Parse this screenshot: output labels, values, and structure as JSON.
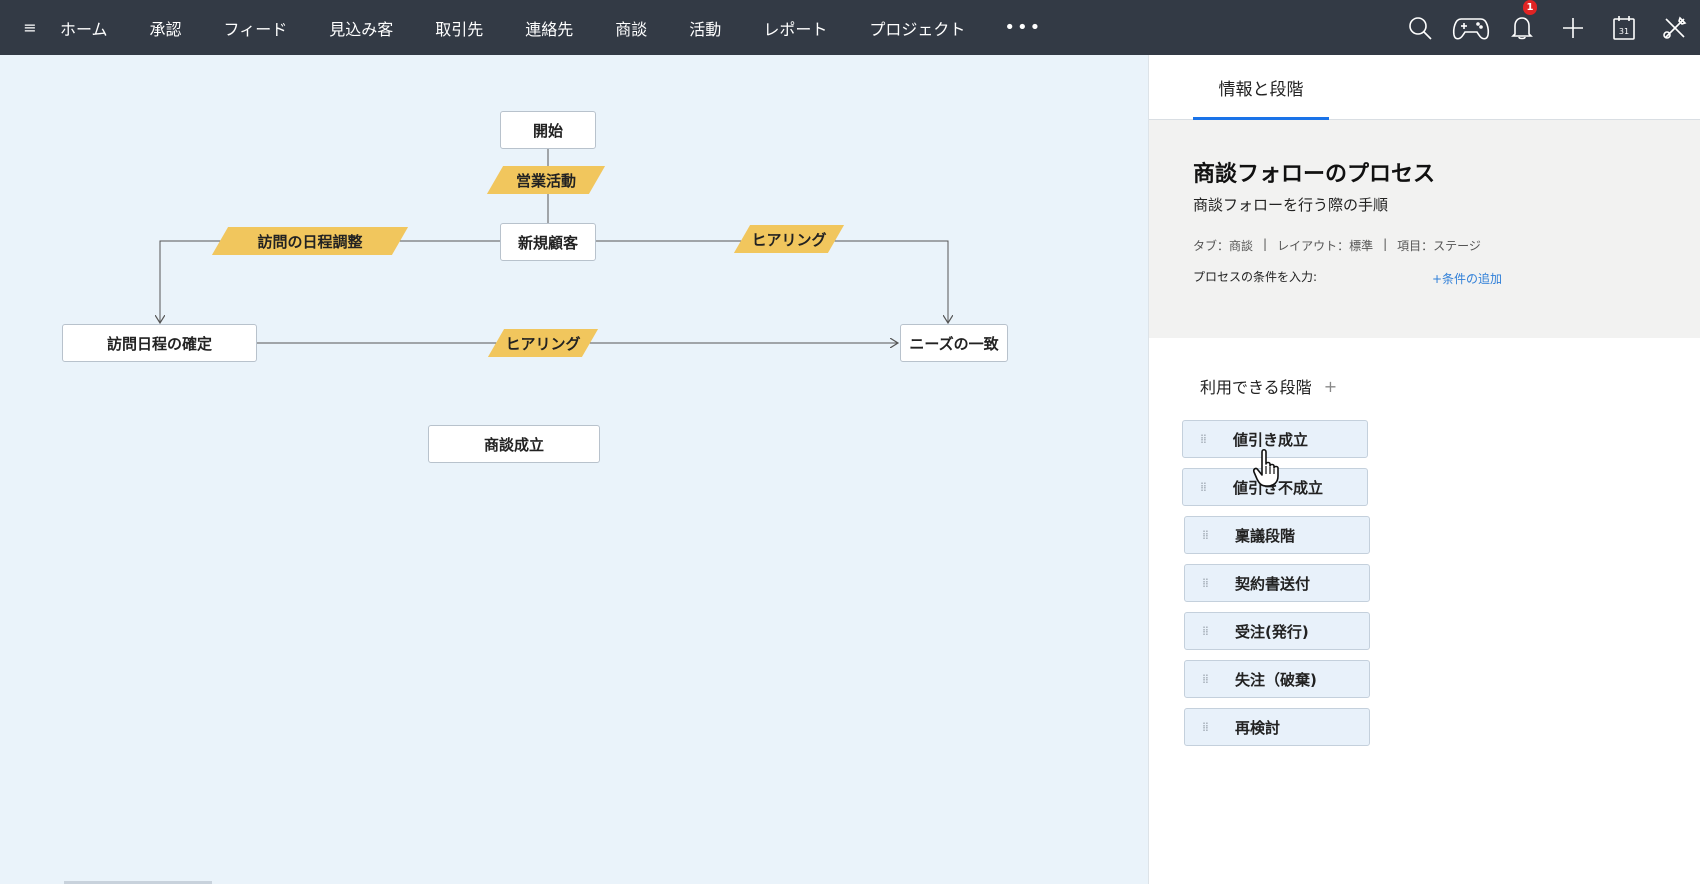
{
  "nav": {
    "items": [
      "ホーム",
      "承認",
      "フィード",
      "見込み客",
      "取引先",
      "連絡先",
      "商談",
      "活動",
      "レポート",
      "プロジェクト"
    ],
    "more": "•••",
    "notification_count": "1",
    "calendar_day": "31"
  },
  "flow": {
    "nodes": {
      "start": "開始",
      "new_customer": "新規顧客",
      "visit_confirmed": "訪問日程の確定",
      "needs_match": "ニーズの一致",
      "deal_closed": "商談成立"
    },
    "transitions": {
      "sales_activity": "営業活動",
      "visit_scheduling": "訪問の日程調整",
      "hearing_right": "ヒアリング",
      "hearing_bottom": "ヒアリング"
    }
  },
  "panel": {
    "tab": "情報と段階",
    "title": "商談フォローのプロセス",
    "description": "商談フォローを行う際の手順",
    "meta": {
      "tab": "タブ：商談",
      "layout": "レイアウト：標準",
      "field": "項目：ステージ",
      "separator": "|"
    },
    "condition_label": "プロセスの条件を入力:",
    "condition_add": "+条件の追加",
    "stages_heading": "利用できる段階",
    "stages_add": "+",
    "stages": [
      "値引き成立",
      "値引き不成立",
      "稟議段階",
      "契約書送付",
      "受注(発行)",
      "失注（破棄)",
      "再検討"
    ]
  },
  "colors": {
    "nav_bg": "#333a45",
    "canvas_bg": "#eaf3fa",
    "transition_label": "#f1c65d",
    "accent": "#1a73e8",
    "link": "#2f7fd8",
    "badge": "#e02424"
  }
}
